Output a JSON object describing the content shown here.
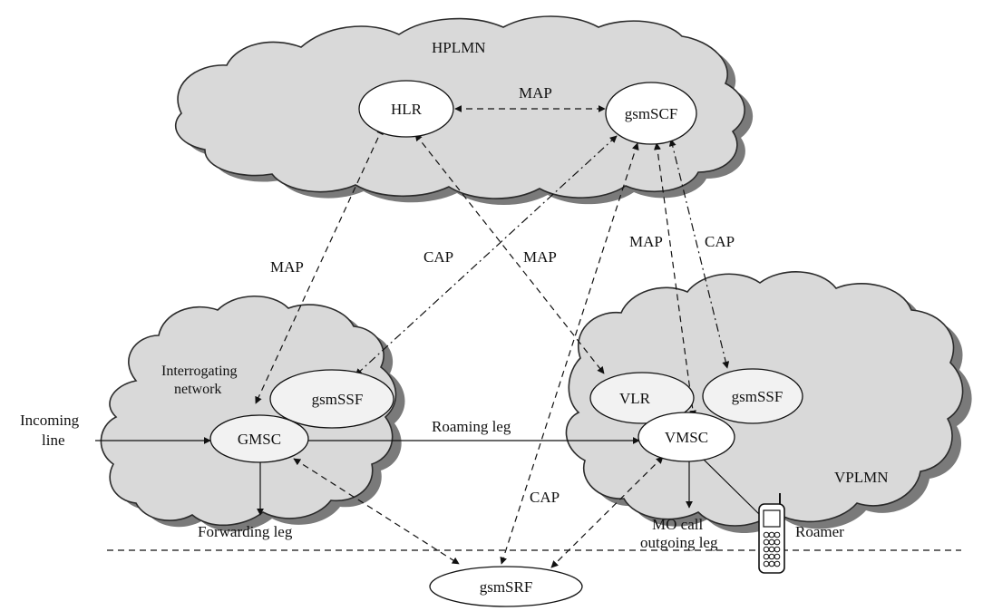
{
  "clouds": {
    "hplmn": "HPLMN",
    "interrogating": "Interrogating\nnetwork",
    "vplmn": "VPLMN"
  },
  "nodes": {
    "hlr": "HLR",
    "gsmscf": "gsmSCF",
    "gsmssf_left": "gsmSSF",
    "gmsc": "GMSC",
    "vlr": "VLR",
    "gsmssf_right": "gsmSSF",
    "vmsc": "VMSC",
    "gsmsrf": "gsmSRF"
  },
  "link_labels": {
    "hlr_scf": "MAP",
    "hlr_gmsc": "MAP",
    "scf_ssf_left": "CAP",
    "hlr_vlr": "MAP",
    "scf_vmsc": "MAP",
    "scf_ssf_right": "CAP",
    "scf_srf": "CAP"
  },
  "labels": {
    "incoming": "Incoming\nline",
    "roaming_leg": "Roaming leg",
    "forwarding_leg": "Forwarding leg",
    "mo_call": "MO call\noutgoing leg",
    "roamer": "Roamer"
  },
  "icons": {
    "phone": "mobile-phone-icon"
  }
}
